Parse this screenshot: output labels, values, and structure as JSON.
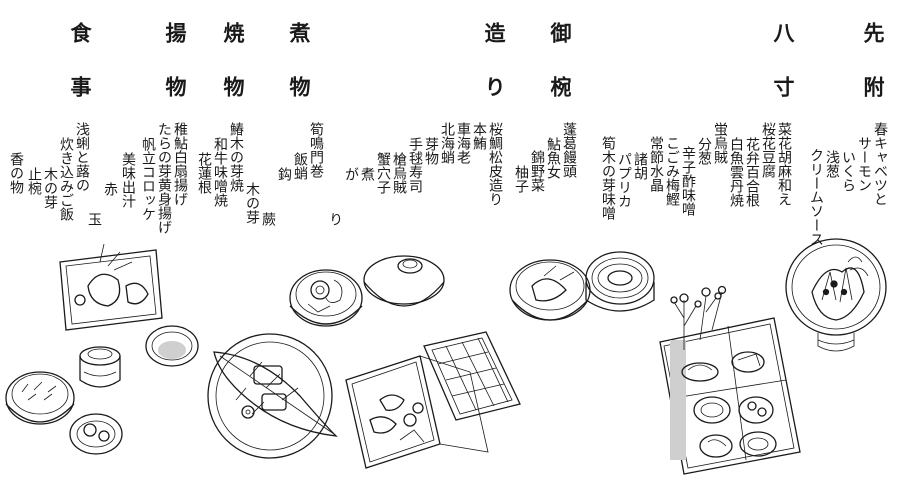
{
  "courses": [
    {
      "id": "sakizuke",
      "heading": "先附",
      "items": [
        "春キャベツと",
        "サーモン",
        "いくら",
        "浅葱",
        "クリームソース"
      ]
    },
    {
      "id": "hassun",
      "heading": "八寸",
      "items": [
        "菜花胡麻和え",
        "桜花豆腐",
        "花弁百合根",
        "白魚雲丹焼",
        "蛍烏賊",
        "分葱",
        "辛子酢味噌",
        "こごみ梅鰹",
        "常節水晶",
        "諸胡",
        "パプリカ",
        "筍木の芽味噌"
      ]
    },
    {
      "id": "owan",
      "heading": "御椀",
      "items": [
        "蓬葛饅頭",
        "鮎魚女",
        "錦野菜",
        "柚子"
      ]
    },
    {
      "id": "tsukuri",
      "heading": "造り",
      "items": [
        "桜鯛松皮造り",
        "本鮪",
        "車海老",
        "北海蛸",
        "芽物",
        "手毬寿司",
        "槍烏賊",
        "蟹穴子",
        "煮",
        "が",
        "り"
      ]
    },
    {
      "id": "nimono",
      "heading": "煮物",
      "items": [
        "筍鳴門巻",
        "飯蛸",
        "鈎",
        "蕨",
        "木の芽"
      ]
    },
    {
      "id": "yakimono",
      "heading": "焼物",
      "items": [
        "鰆木の芽焼",
        "和牛味噌焼",
        "花蓮根"
      ]
    },
    {
      "id": "agemono",
      "heading": "揚物",
      "items": [
        "稚鮎白扇揚げ",
        "たらの芽黄身揚げ",
        "帆立コロッケ",
        "美味出汁",
        "赤",
        "玉"
      ]
    },
    {
      "id": "shokuji",
      "heading": "食事",
      "items": [
        "浅蜊と蕗の",
        "炊き込みご飯",
        "木の芽",
        "止椀",
        "香の物"
      ]
    }
  ]
}
